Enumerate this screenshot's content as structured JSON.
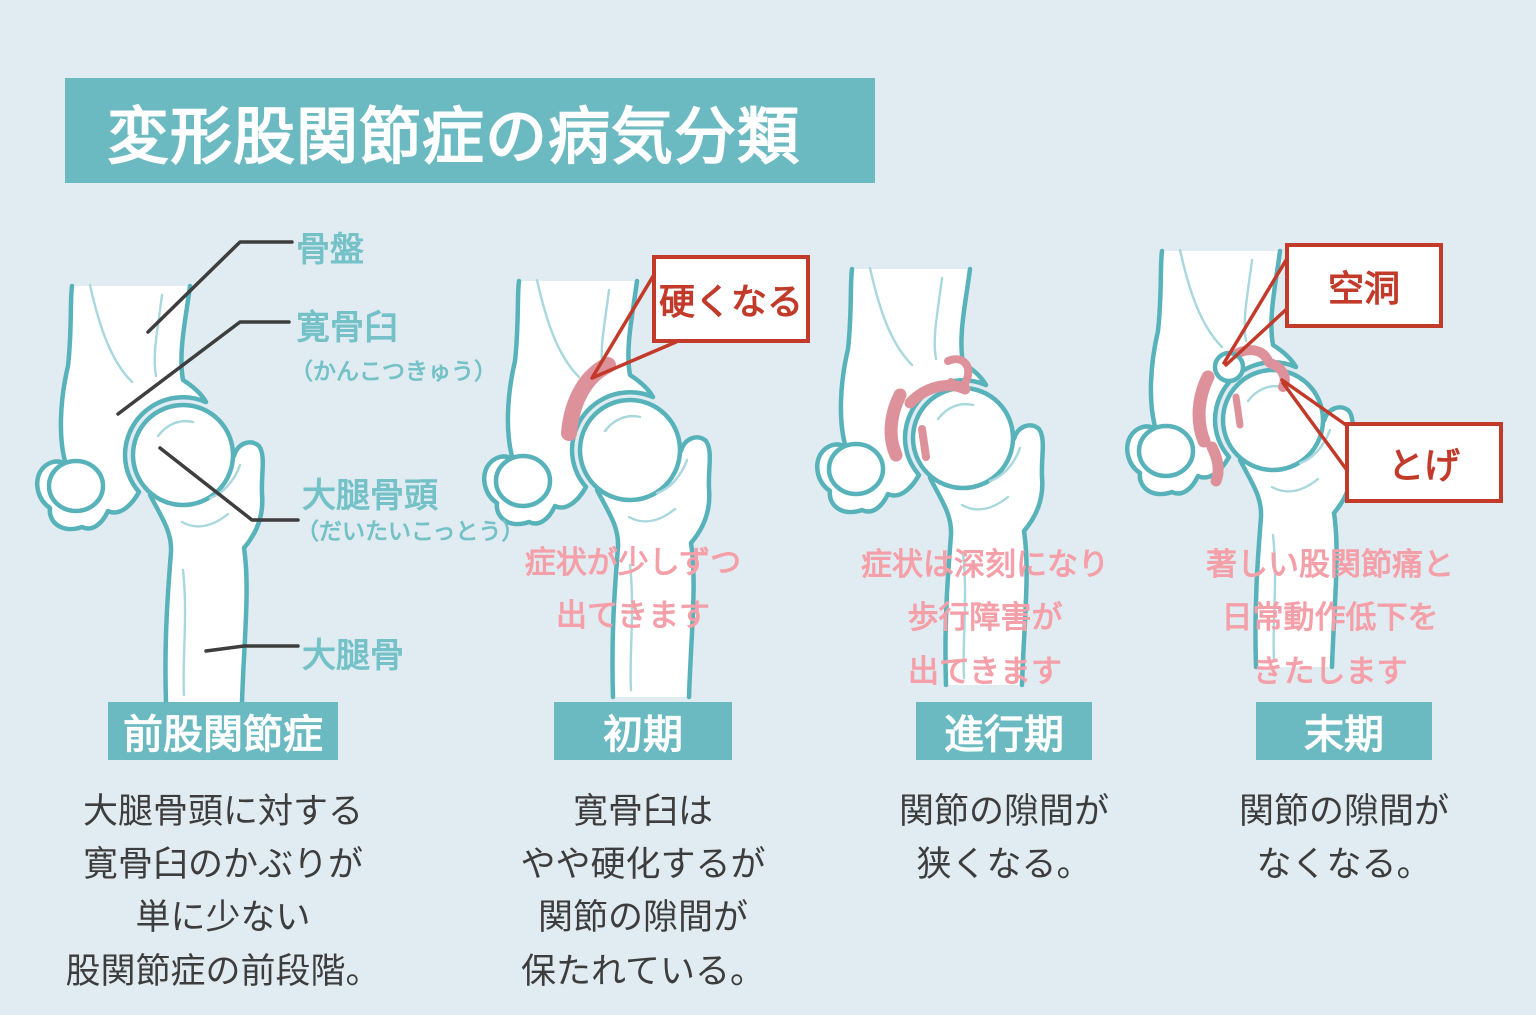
{
  "title": "変形股関節症の病気分類",
  "anatomy": {
    "pelvis": "骨盤",
    "acetabulum": "寛骨臼",
    "acetabulum_reading": "（かんこつきゅう）",
    "femoral_head": "大腿骨頭",
    "femoral_head_reading": "（だいたいこっとう）",
    "femur": "大腿骨"
  },
  "stages": [
    {
      "label": "前股関節症",
      "description": "大腿骨頭に対する\n寛骨臼のかぶりが\n単に少ない\n股関節症の前段階。"
    },
    {
      "label": "初期",
      "callout": "硬くなる",
      "note": "症状が少しずつ\n出てきます",
      "description": "寛骨臼は\nやや硬化するが\n関節の隙間が\n保たれている。"
    },
    {
      "label": "進行期",
      "note": "症状は深刻になり\n歩行障害が\n出てきます",
      "description": "関節の隙間が\n狭くなる。"
    },
    {
      "label": "末期",
      "callout_cavity": "空洞",
      "callout_spur": "とげ",
      "note": "著しい股関節痛と\n日常動作低下を\nきたします",
      "description": "関節の隙間が\nなくなる。"
    }
  ],
  "colors": {
    "background": "#e0ecf1",
    "teal_banner": "#6cbac1",
    "bone_outline": "#58b2ba",
    "bone_detail": "#a8d8dd",
    "label_teal": "#74c1c7",
    "note_pink": "#f59fa8",
    "overlay_pink": "#dd929b",
    "callout_red": "#c23a2a",
    "text_dark": "#3e3d3d",
    "leader_dark": "#3e3e3e"
  }
}
